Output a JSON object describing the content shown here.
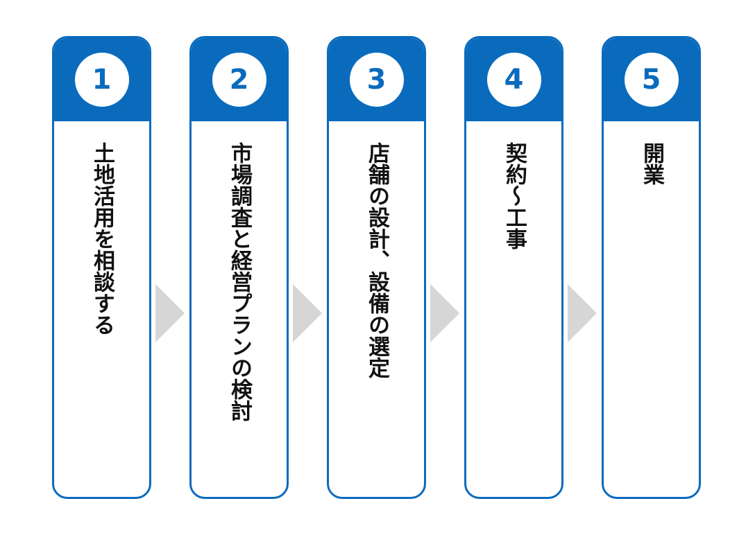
{
  "diagram": {
    "colors": {
      "accent": "#0a6bbd",
      "arrow": "#d6d6d6",
      "text": "#111111",
      "background": "#ffffff"
    },
    "steps": [
      {
        "number": "1",
        "label": "土地活用を相談する"
      },
      {
        "number": "2",
        "label": "市場調査と経営プランの検討"
      },
      {
        "number": "3",
        "label": "店舗の設計、設備の選定"
      },
      {
        "number": "4",
        "label": "契約～工事"
      },
      {
        "number": "5",
        "label": "開業"
      }
    ],
    "connectors": [
      "chevron-right-icon",
      "chevron-right-icon",
      "chevron-right-icon",
      "chevron-right-icon"
    ]
  }
}
